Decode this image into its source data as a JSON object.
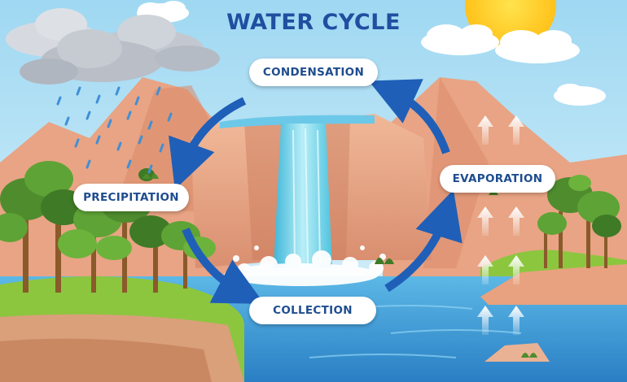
{
  "diagram": {
    "title": "WATER CYCLE",
    "stages": {
      "condensation": "CONDENSATION",
      "evaporation": "EVAPORATION",
      "collection": "COLLECTION",
      "precipitation": "PRECIPITATION"
    }
  },
  "colors": {
    "title": "#1f4fa0",
    "label_text": "#1e4c8f",
    "arrow": "#1f5fb8",
    "sky": "#bfe6f7",
    "water": "#3a9ad6",
    "grass": "#8cc63f",
    "rock": "#e8a98a"
  }
}
